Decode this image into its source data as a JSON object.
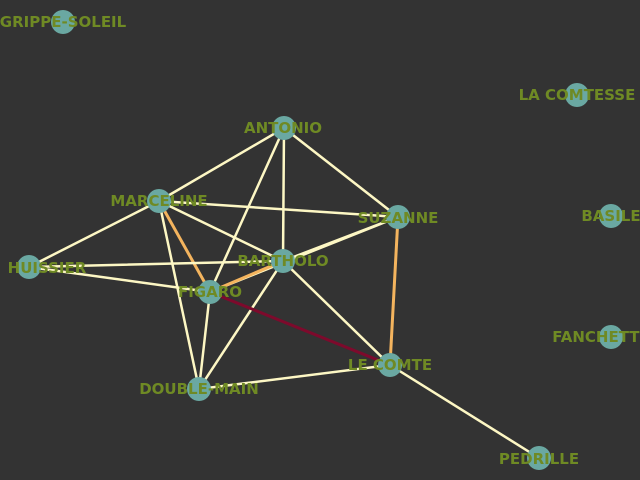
{
  "colors": {
    "background": "#333333",
    "node_fill": "#6aa8a2",
    "label": "#6f8a24",
    "edge_default": "#fdf7c4",
    "edge_orange": "#f4b45e",
    "edge_red": "#7d0a2c"
  },
  "nodes": [
    {
      "id": "grippe-soleil",
      "label": "GRIPPE-SOLEIL"
    },
    {
      "id": "la-comtesse",
      "label": "LA COMTESSE"
    },
    {
      "id": "antonio",
      "label": "ANTONIO"
    },
    {
      "id": "marceline",
      "label": "MARCELINE"
    },
    {
      "id": "suzanne",
      "label": "SUZANNE"
    },
    {
      "id": "basile",
      "label": "BASILE"
    },
    {
      "id": "huissier",
      "label": "HUISSIER"
    },
    {
      "id": "bartholo",
      "label": "BARTHOLO"
    },
    {
      "id": "figaro",
      "label": "FIGARO"
    },
    {
      "id": "fanchette",
      "label": "FANCHETTE"
    },
    {
      "id": "le-comte",
      "label": "LE COMTE"
    },
    {
      "id": "double-main",
      "label": "DOUBLE-MAIN"
    },
    {
      "id": "pedrille",
      "label": "PEDRILLE"
    }
  ],
  "edges": [
    {
      "source": "antonio",
      "target": "marceline",
      "color": "edge_default"
    },
    {
      "source": "antonio",
      "target": "suzanne",
      "color": "edge_default"
    },
    {
      "source": "antonio",
      "target": "bartholo",
      "color": "edge_default"
    },
    {
      "source": "antonio",
      "target": "figaro",
      "color": "edge_default"
    },
    {
      "source": "marceline",
      "target": "suzanne",
      "color": "edge_default"
    },
    {
      "source": "marceline",
      "target": "bartholo",
      "color": "edge_default"
    },
    {
      "source": "marceline",
      "target": "huissier",
      "color": "edge_default"
    },
    {
      "source": "marceline",
      "target": "figaro",
      "color": "edge_orange"
    },
    {
      "source": "marceline",
      "target": "double-main",
      "color": "edge_default"
    },
    {
      "source": "suzanne",
      "target": "bartholo",
      "color": "edge_default"
    },
    {
      "source": "suzanne",
      "target": "figaro",
      "color": "edge_default"
    },
    {
      "source": "suzanne",
      "target": "le-comte",
      "color": "edge_orange"
    },
    {
      "source": "huissier",
      "target": "bartholo",
      "color": "edge_default"
    },
    {
      "source": "huissier",
      "target": "figaro",
      "color": "edge_default"
    },
    {
      "source": "bartholo",
      "target": "figaro",
      "color": "edge_orange"
    },
    {
      "source": "bartholo",
      "target": "le-comte",
      "color": "edge_default"
    },
    {
      "source": "bartholo",
      "target": "double-main",
      "color": "edge_default"
    },
    {
      "source": "figaro",
      "target": "double-main",
      "color": "edge_default"
    },
    {
      "source": "figaro",
      "target": "le-comte",
      "color": "edge_red"
    },
    {
      "source": "le-comte",
      "target": "double-main",
      "color": "edge_default"
    },
    {
      "source": "le-comte",
      "target": "pedrille",
      "color": "edge_default"
    }
  ]
}
